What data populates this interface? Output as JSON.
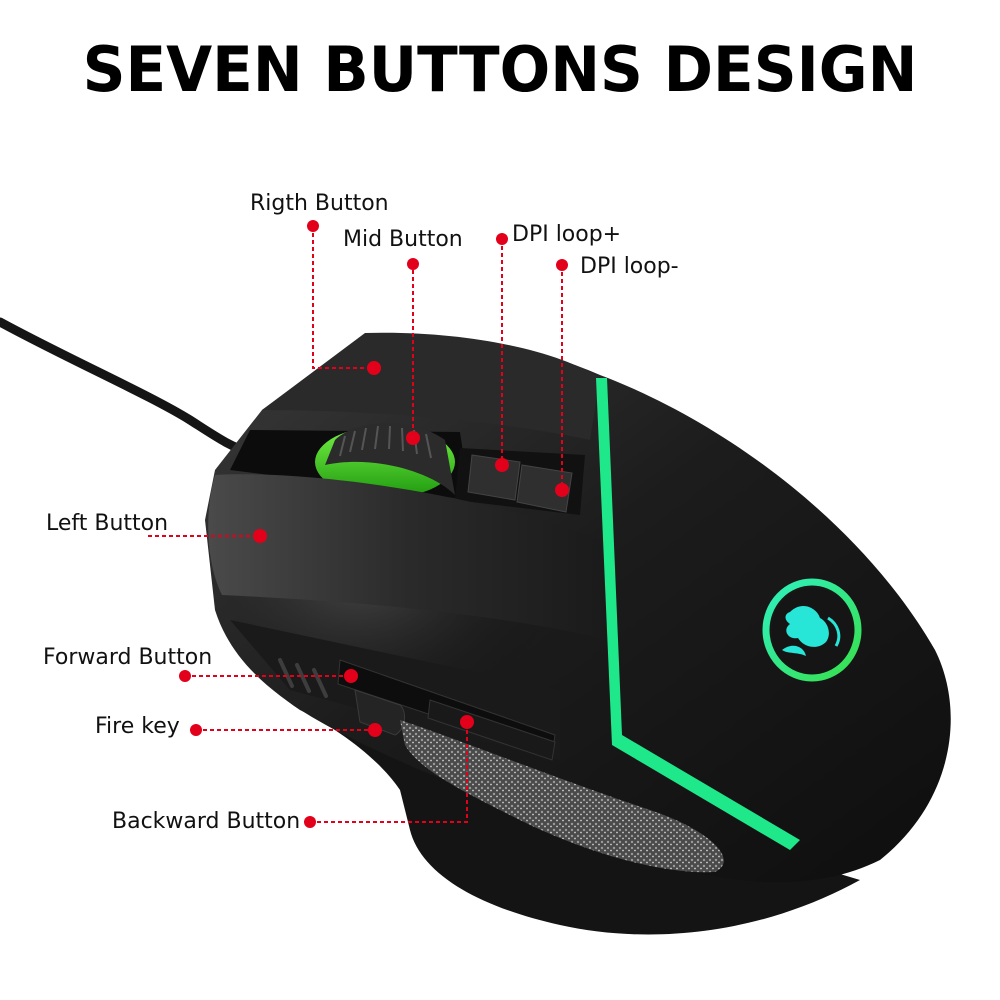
{
  "title": "SEVEN BUTTONS DESIGN",
  "colors": {
    "accent_red": "#e3001b",
    "led_green": "#1fe88a",
    "wheel_green": "#3cdc1e",
    "logo_cyan": "#27e6d8",
    "body_black": "#1a1a1a"
  },
  "labels": {
    "right_button": "Rigth Button",
    "mid_button": "Mid Button",
    "dpi_plus": "DPI loop+",
    "dpi_minus": "DPI loop-",
    "left_button": "Left Button",
    "forward_button": "Forward Button",
    "fire_key": "Fire key",
    "backward_button": "Backward Button"
  },
  "product": {
    "logo_icon": "scorpion-logo-icon"
  }
}
